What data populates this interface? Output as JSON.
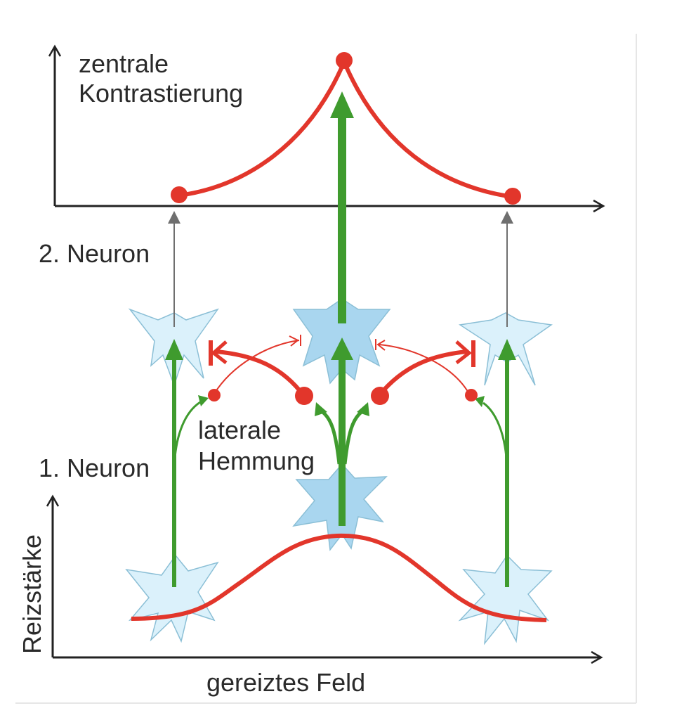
{
  "labels": {
    "top_y_line1": "zentrale",
    "top_y_line2": "Kontrastierung",
    "second_neuron": "2. Neuron",
    "first_neuron": "1. Neuron",
    "lateral_line1": "laterale",
    "lateral_line2": "Hemmung",
    "bottom_y": "Reizstärke",
    "bottom_x": "gereiztes Feld"
  },
  "colors": {
    "excitation": "#3f9b2e",
    "inhibition": "#e2362b",
    "neuron_fill_light": "#dbf1fb",
    "neuron_fill_dark": "#a9d6ef",
    "neuron_stroke": "#8bbfd6",
    "axis": "#222222",
    "marker": "#777777"
  }
}
